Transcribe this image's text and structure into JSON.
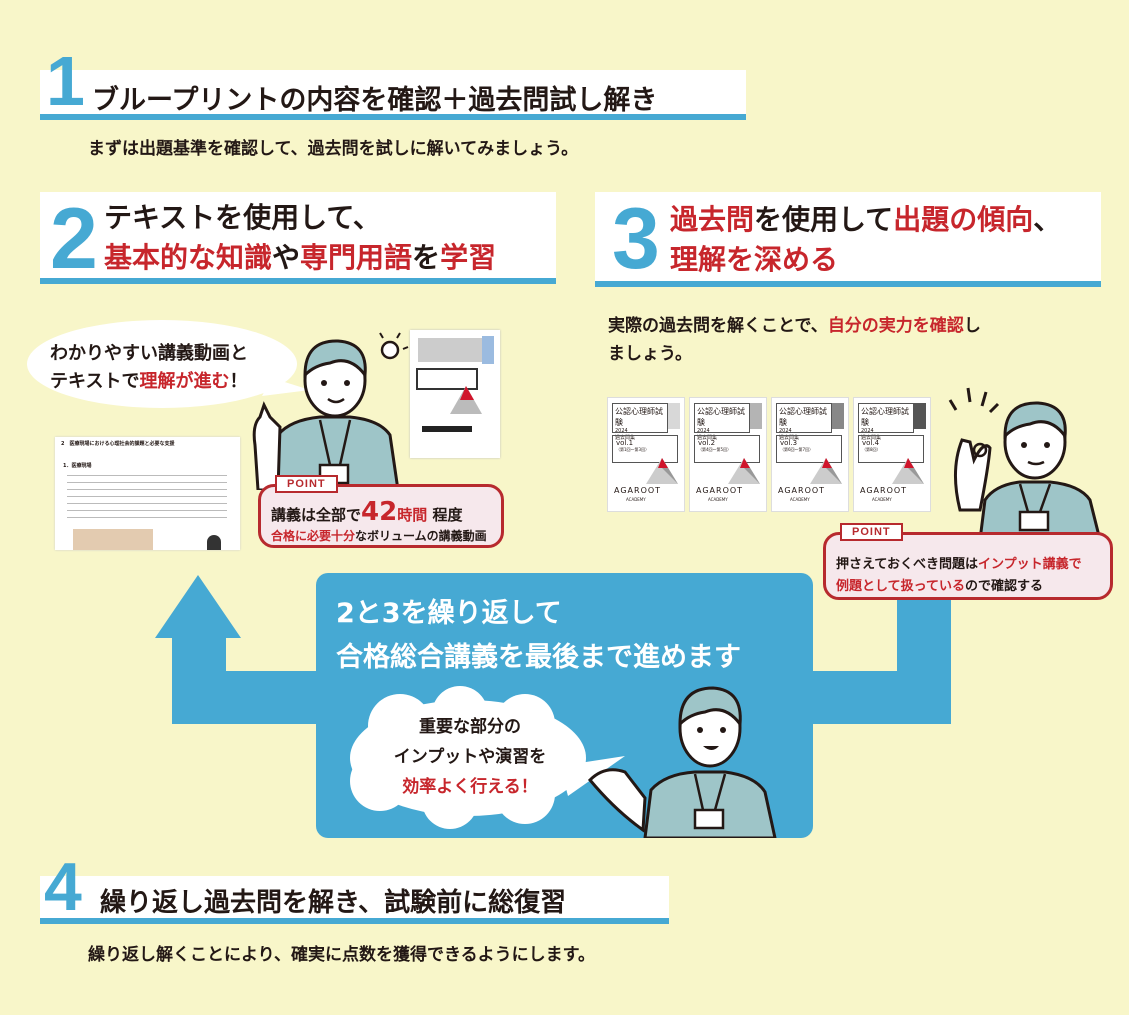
{
  "colors": {
    "background": "#f8f6c9",
    "accent_blue": "#46a9d3",
    "accent_red": "#c7262c"
  },
  "step1": {
    "number": "1",
    "title": "ブループリントの内容を確認＋過去問試し解き",
    "subtitle": "まずは出題基準を確認して、過去問を試しに解いてみましょう。"
  },
  "step2": {
    "number": "2",
    "line1": "テキストを使用して、",
    "line2": [
      "基本的な知識",
      "や",
      "専門用語",
      "を",
      "学習"
    ],
    "bubble": {
      "line1": "わかりやすい講義動画と",
      "line2": [
        "テキストで",
        "理解が進む",
        "！"
      ]
    },
    "slide": {
      "heading": "2　医療現場における心理社会的課題と必要な支援",
      "section": "1．医療現場"
    },
    "point": {
      "tag": "POINT",
      "line1": [
        "講義は全部で",
        "42",
        "時間",
        "程度"
      ],
      "line2": [
        "合格に必要十分",
        "なボリュームの講義動画"
      ]
    }
  },
  "step3": {
    "number": "3",
    "line1": [
      "過去問",
      "を使用して",
      "出題の傾向",
      "、"
    ],
    "line2": "理解を深める",
    "body": {
      "line1": [
        "実際の過去問を解くことで、",
        "自分の実力を確認",
        "し"
      ],
      "line2": "ましょう。"
    },
    "books": [
      {
        "title": "公認心理師試験",
        "year": "2024",
        "kind": "過去問集",
        "vol": "vol.1",
        "range": "（第1回〜第3回）",
        "swatch": "#d8d8d8"
      },
      {
        "title": "公認心理師試験",
        "year": "2024",
        "kind": "過去問集",
        "vol": "vol.2",
        "range": "（第4回〜第5回）",
        "swatch": "#b4b4b4"
      },
      {
        "title": "公認心理師試験",
        "year": "2024",
        "kind": "過去問集",
        "vol": "vol.3",
        "range": "（第6回〜第7回）",
        "swatch": "#888888"
      },
      {
        "title": "公認心理師試験",
        "year": "2024",
        "kind": "過去問集",
        "vol": "vol.4",
        "range": "（第8回）",
        "swatch": "#555555"
      }
    ],
    "book_logo": "AGAROOT",
    "book_logo_sub": "ACADEMY",
    "point": {
      "tag": "POINT",
      "line1": [
        "押さえておくべき問題は",
        "インプット講義で"
      ],
      "line2": [
        "例題として扱っている",
        "ので確認する"
      ]
    }
  },
  "loop": {
    "line1": "2と3を繰り返して",
    "line2": "合格総合講義を最後まで進めます",
    "bubble": {
      "line1": "重要な部分の",
      "line2": "インプットや演習を",
      "line3": "効率よく行える！"
    }
  },
  "step4": {
    "number": "4",
    "title": "繰り返し過去問を解き、試験前に総復習",
    "subtitle": "繰り返し解くことにより、確実に点数を獲得できるようにします。"
  }
}
